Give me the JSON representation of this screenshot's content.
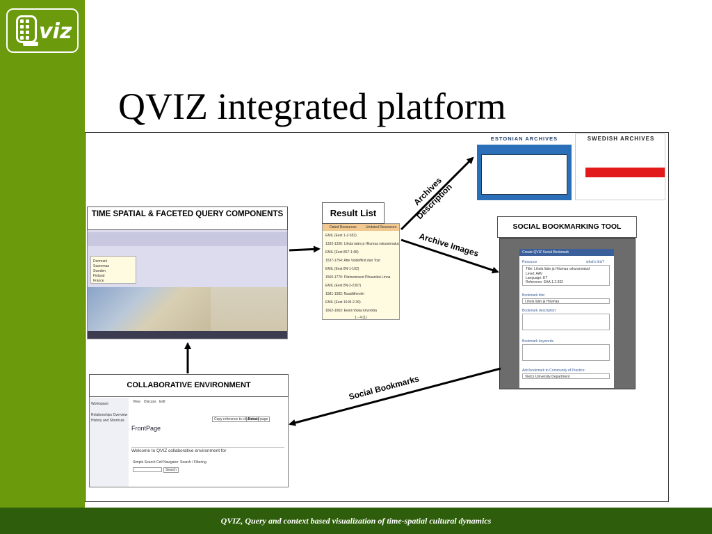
{
  "logo": {
    "text": "viz"
  },
  "slide": {
    "title": "QVIZ integrated platform"
  },
  "footer": {
    "text": "QVIZ, Query and context based visualization of time-spatial cultural dynamics"
  },
  "boxes": {
    "time_spatial": "TIME SPATIAL & FACETED QUERY COMPONENTS",
    "result_list": "Result List",
    "social_bookmarking": "SOCIAL BOOKMARKING TOOL",
    "collaborative": "COLLABORATIVE ENVIRONMENT"
  },
  "archives": {
    "estonian": "ESTONIAN ARCHIVES",
    "swedish": "SWEDISH ARCHIVES"
  },
  "arrows": {
    "archives_description": [
      "Archives",
      "Description"
    ],
    "archive_images": "Archive Images",
    "social_bookmarks": "Social Bookmarks"
  },
  "screens": {
    "ts_list": [
      "Denmark",
      "Saaremaa",
      "Sweden",
      "Finland",
      "France"
    ],
    "rl_tabs": [
      "Dated Resources",
      "Undated Resources"
    ],
    "rl_items": [
      "EMIL (Eest 1-2-552)",
      "1333-1336: Lihula laän ja Hiiumaa rakurannatud",
      "EMIL (Eest 867-1-98)",
      "1537-1754: Atte Voldeffind dan Tost",
      "EMIL (Eest 8N-1-102)",
      "1560-1770: Pärinemisest Pihuuniksi Linna",
      "EMIL (Eest 8N-2-2307)",
      "1581-1582: Naadiitheolm",
      "EMIL (Eest 19-M-2-36)",
      "1662-1663: Eesti nõuka kirvonkia"
    ],
    "rl_pager": "1 - 4 (1)",
    "sb_title": "Create QVIZ Social Bookmark",
    "sb_resource": "Resource",
    "sb_res_lines": [
      "Title:  Lihula lään ja Hiiumaa rakurannatud",
      "Level:  AAV",
      "Language:  ET",
      "Reference:  EAA.1.2.932"
    ],
    "sb_bm_title": "Bookmark title:",
    "sb_bm_title_val": "Lihula lään ja Hiiumaa",
    "sb_bm_desc": "Bookmark description:",
    "sb_bm_kw": "Bookmark keywords",
    "sb_community": "Add bookmark to Community of Practice:",
    "sb_community_val": "Vietcs University Department",
    "sb_whats": "what's this?",
    "ce_tabs": [
      "View",
      "Discuss",
      "Edit"
    ],
    "ce_side": [
      "Workspace",
      "Relationships Overview",
      "History and Shortcuts"
    ],
    "ce_page_title": "FrontPage",
    "ce_welcome": "Welcome to QVIZ collaborative environment for",
    "ce_search_tabs": [
      "Simple Search",
      "Cell Navigator",
      "Search / Filtering"
    ],
    "ce_search_btn": "Search",
    "ce_copy_btn": "Copy reference to clipboard",
    "ce_reload_btn": "Reload page"
  }
}
